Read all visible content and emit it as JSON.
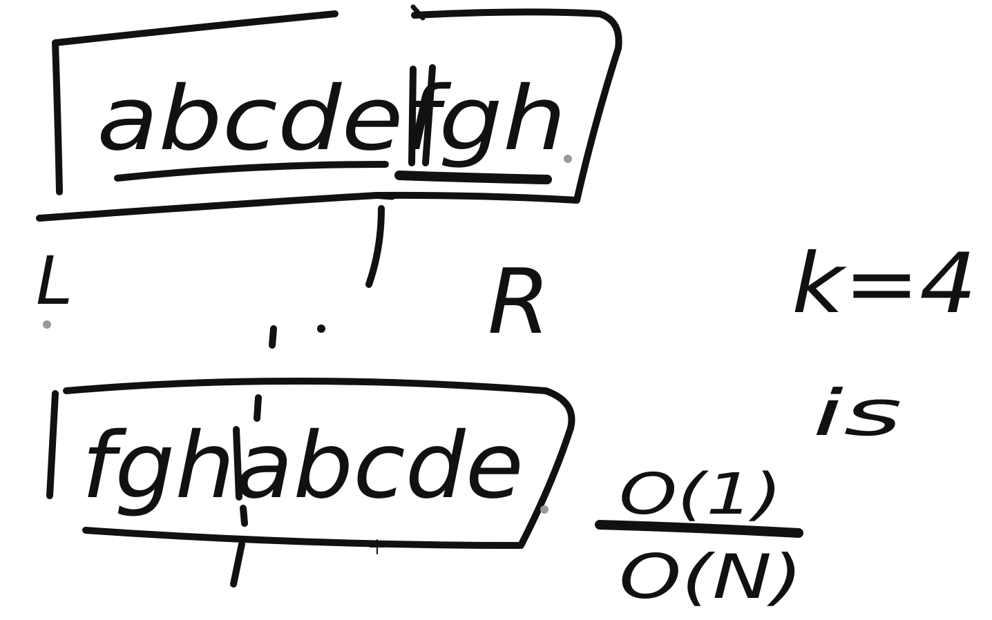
{
  "whiteboard": {
    "background": "#ffffff",
    "ink_color": "#111111",
    "top_box": {
      "text": "abcdefgh"
    },
    "bottom_box": {
      "text": "fghabcde"
    },
    "labels": {
      "left": "L",
      "right": "R"
    },
    "annotations": {
      "k_value": "k=4",
      "is_word": "is",
      "numerator": "O(1)",
      "denominator": "O(N)"
    }
  }
}
